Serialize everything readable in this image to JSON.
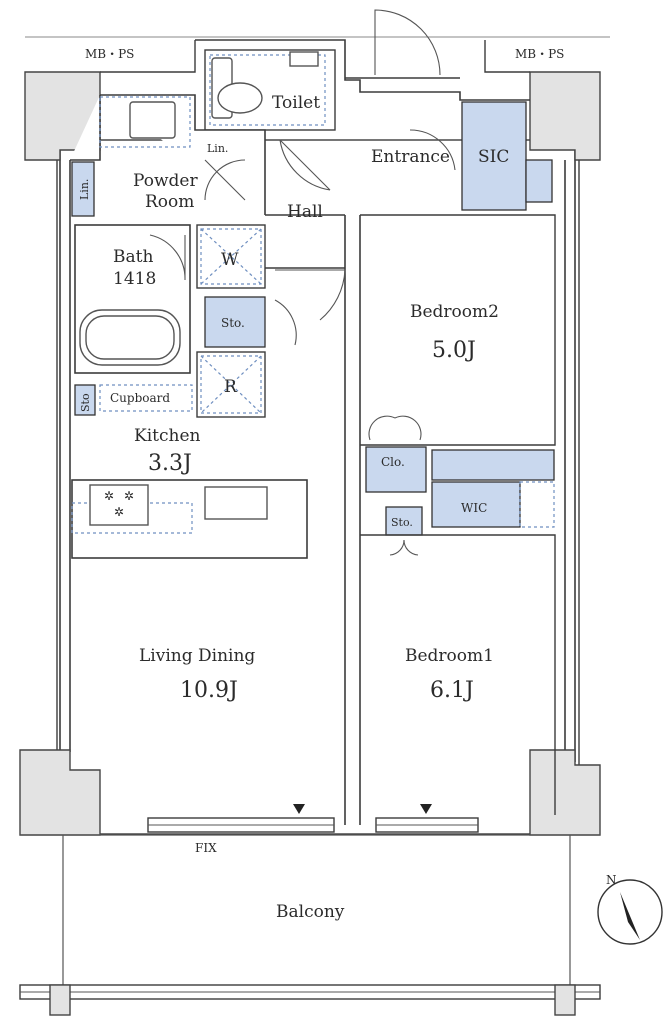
{
  "labels": {
    "mbps_left": "MB・PS",
    "mbps_right": "MB・PS",
    "toilet": "Toilet",
    "entrance": "Entrance",
    "sic": "SIC",
    "lin_upper": "Lin.",
    "lin_left": "Lin.",
    "powder_room_1": "Powder",
    "powder_room_2": "Room",
    "hall": "Hall",
    "bath": "Bath",
    "bath_size": "1418",
    "w": "W",
    "sto_mid": "Sto.",
    "bedroom2": "Bedroom2",
    "bedroom2_size": "5.0J",
    "r": "R",
    "sto_kitchen": "Sto",
    "cupboard": "Cupboard",
    "kitchen": "Kitchen",
    "kitchen_size": "3.3J",
    "clo": "Clo.",
    "wic": "WIC",
    "sto_right": "Sto.",
    "living_dining": "Living Dining",
    "living_dining_size": "10.9J",
    "bedroom1": "Bedroom1",
    "bedroom1_size": "6.1J",
    "fix": "FIX",
    "balcony": "Balcony",
    "north": "N"
  },
  "colors": {
    "storage_fill": "#c9d8ee",
    "wall_stroke": "#3c3c3c",
    "pillar_fill": "#e3e3e3"
  }
}
